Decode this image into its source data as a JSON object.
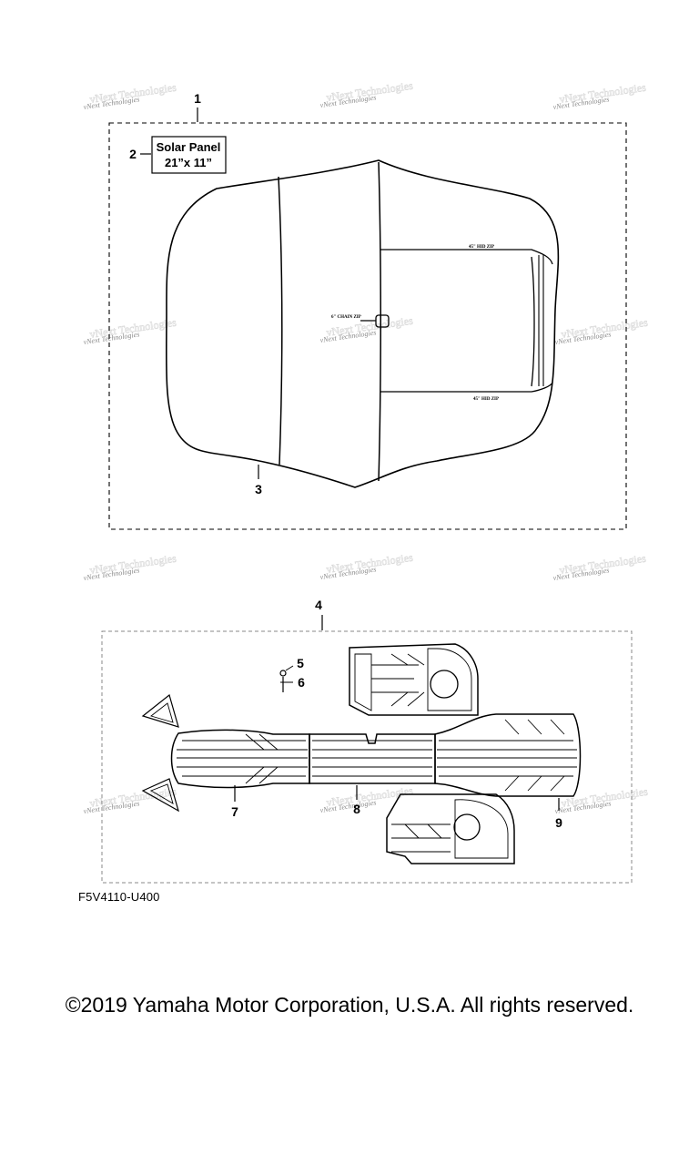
{
  "callouts": {
    "c1": "1",
    "c2": "2",
    "c3": "3",
    "c4": "4",
    "c5": "5",
    "c6": "6",
    "c7": "7",
    "c8": "8",
    "c9": "9"
  },
  "solar_panel": {
    "line1": "Solar Panel",
    "line2": "21”x 11”"
  },
  "zip_labels": {
    "top": "45\" HID ZIP",
    "chain": "6\" CHAIN ZIP",
    "bottom": "45\" HID ZIP"
  },
  "watermark": {
    "text": "vNext Technologies"
  },
  "figure_code": "F5V4110-U400",
  "copyright": "©2019 Yamaha Motor Corporation, U.S.A. All rights reserved."
}
